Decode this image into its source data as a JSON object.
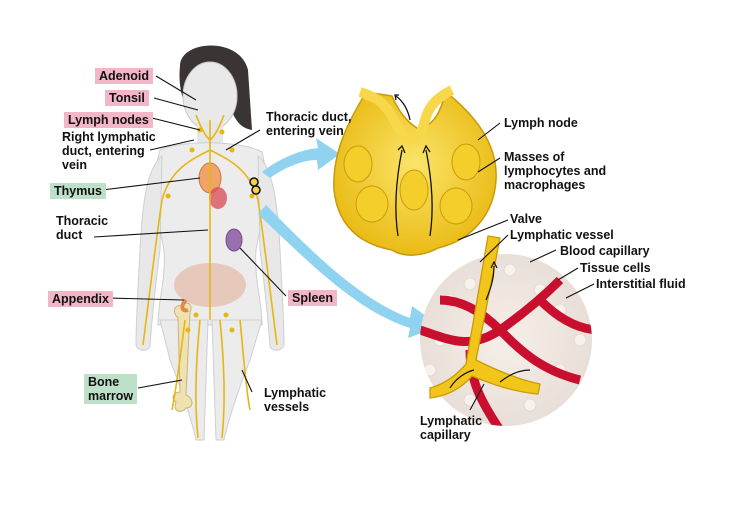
{
  "colors": {
    "lymph": "#f2c51a",
    "lymph_dark": "#c99a0a",
    "blood": "#c8102e",
    "arrow": "#8fd3f0",
    "body_skin": "#ececec",
    "highlight_pink": "#f2b6c8",
    "highlight_green": "#bfe0c8"
  },
  "body_labels": {
    "adenoid": "Adenoid",
    "tonsil": "Tonsil",
    "lymph_nodes": "Lymph nodes",
    "right_lymphatic_duct": [
      "Right lymphatic",
      "duct, entering",
      "vein"
    ],
    "thymus": "Thymus",
    "thoracic_duct": [
      "Thoracic",
      "duct"
    ],
    "thoracic_duct_entering": [
      "Thoracic duct,",
      "entering vein"
    ],
    "appendix": "Appendix",
    "spleen": "Spleen",
    "bone_marrow": [
      "Bone",
      "marrow"
    ],
    "lymphatic_vessels": [
      "Lymphatic",
      "vessels"
    ]
  },
  "detail_labels": {
    "lymph_node": "Lymph node",
    "masses": [
      "Masses of",
      "lymphocytes and",
      "macrophages"
    ],
    "valve": "Valve",
    "lymphatic_vessel": "Lymphatic vessel",
    "blood_capillary": "Blood capillary",
    "tissue_cells": "Tissue cells",
    "interstitial_fluid": "Interstitial fluid",
    "lymphatic_capillary": [
      "Lymphatic",
      "capillary"
    ]
  }
}
